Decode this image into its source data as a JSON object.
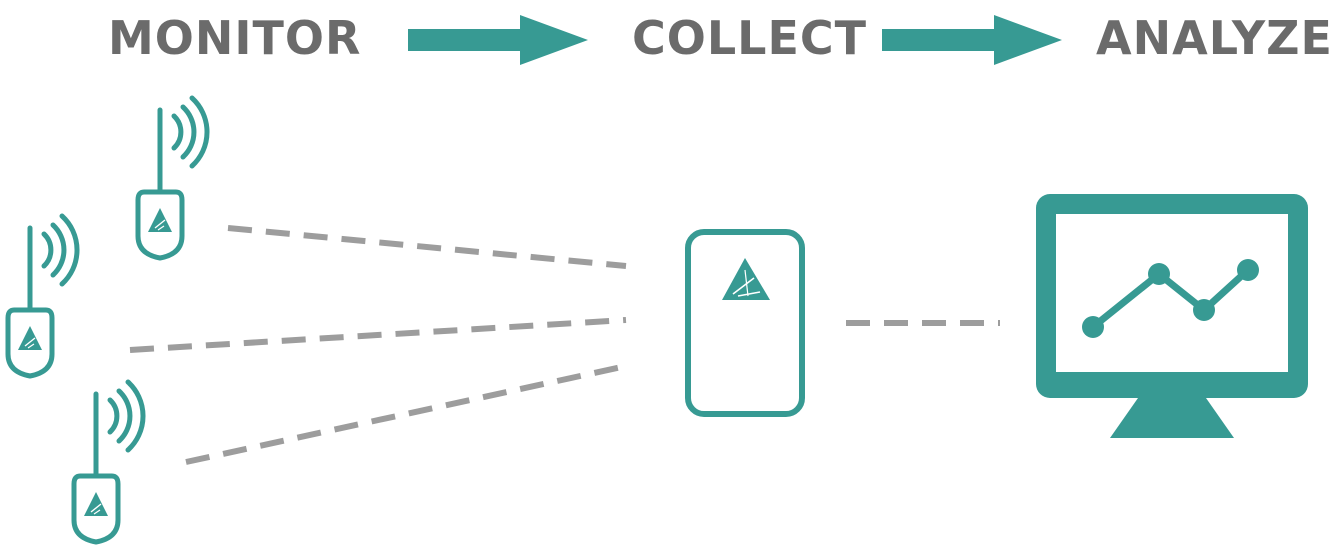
{
  "steps": [
    {
      "label": "MONITOR"
    },
    {
      "label": "COLLECT"
    },
    {
      "label": "ANALYZE"
    }
  ],
  "colors": {
    "teal": "#379a93",
    "label_gray": "#6b6b6b",
    "dash_gray": "#9d9d9d",
    "white": "#ffffff"
  },
  "icons": {
    "sensor": "wireless-sensor-icon",
    "collector": "data-collector-icon",
    "computer": "monitor-chart-icon",
    "arrow": "right-arrow-icon"
  },
  "chart_points_count": 4
}
